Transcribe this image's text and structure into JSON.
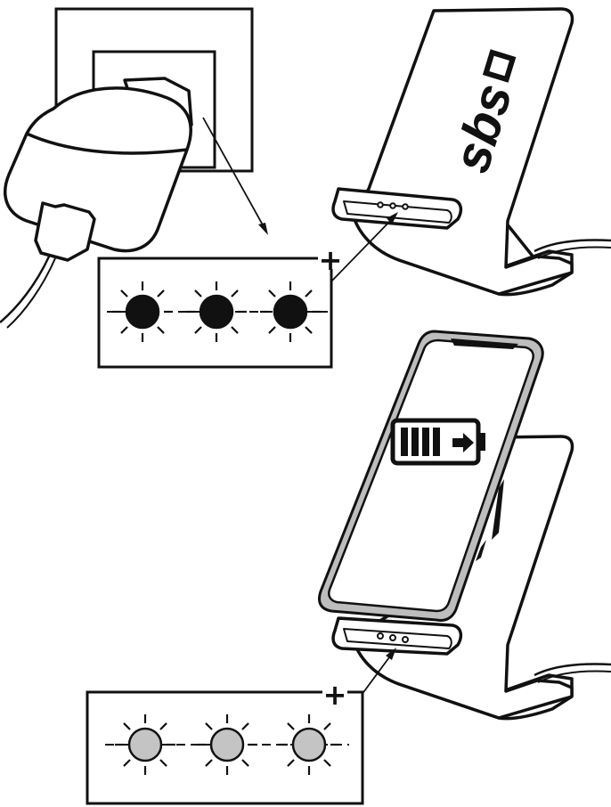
{
  "brand": {
    "name": "sbs"
  },
  "colors": {
    "ink": "#111111",
    "paper": "#ffffff",
    "led_on": "#111111",
    "led_standby": "#c4c4c4",
    "phone_frame": "#bdbdbd"
  },
  "step1": {
    "leds": [
      {
        "state": "on"
      },
      {
        "state": "on"
      },
      {
        "state": "on"
      }
    ],
    "plus_symbol": "+",
    "icons": [
      "wall-socket-icon",
      "usb-power-adapter-icon",
      "wireless-charging-stand-icon",
      "cable-icon"
    ]
  },
  "step2": {
    "leds": [
      {
        "state": "standby"
      },
      {
        "state": "standby"
      },
      {
        "state": "standby"
      }
    ],
    "plus_symbol": "+",
    "battery": {
      "bars_filled": 4,
      "charging": true
    },
    "icons": [
      "smartphone-icon",
      "battery-charging-icon",
      "wireless-charging-stand-icon"
    ]
  }
}
